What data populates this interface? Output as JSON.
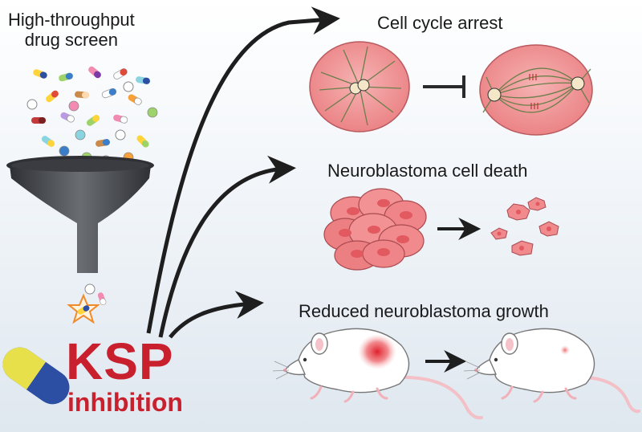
{
  "screen": {
    "title_line1": "High-throughput",
    "title_line2": "drug screen"
  },
  "outcomes": {
    "arrest": "Cell cycle arrest",
    "death": "Neuroblastoma cell death",
    "growth": "Reduced neuroblastoma growth"
  },
  "target": {
    "name": "KSP",
    "action": "inhibition"
  },
  "colors": {
    "accent": "#c8202d",
    "cell": "#ef8a8c",
    "funnel": "#4a4d52",
    "arrow": "#1e1e1e"
  }
}
